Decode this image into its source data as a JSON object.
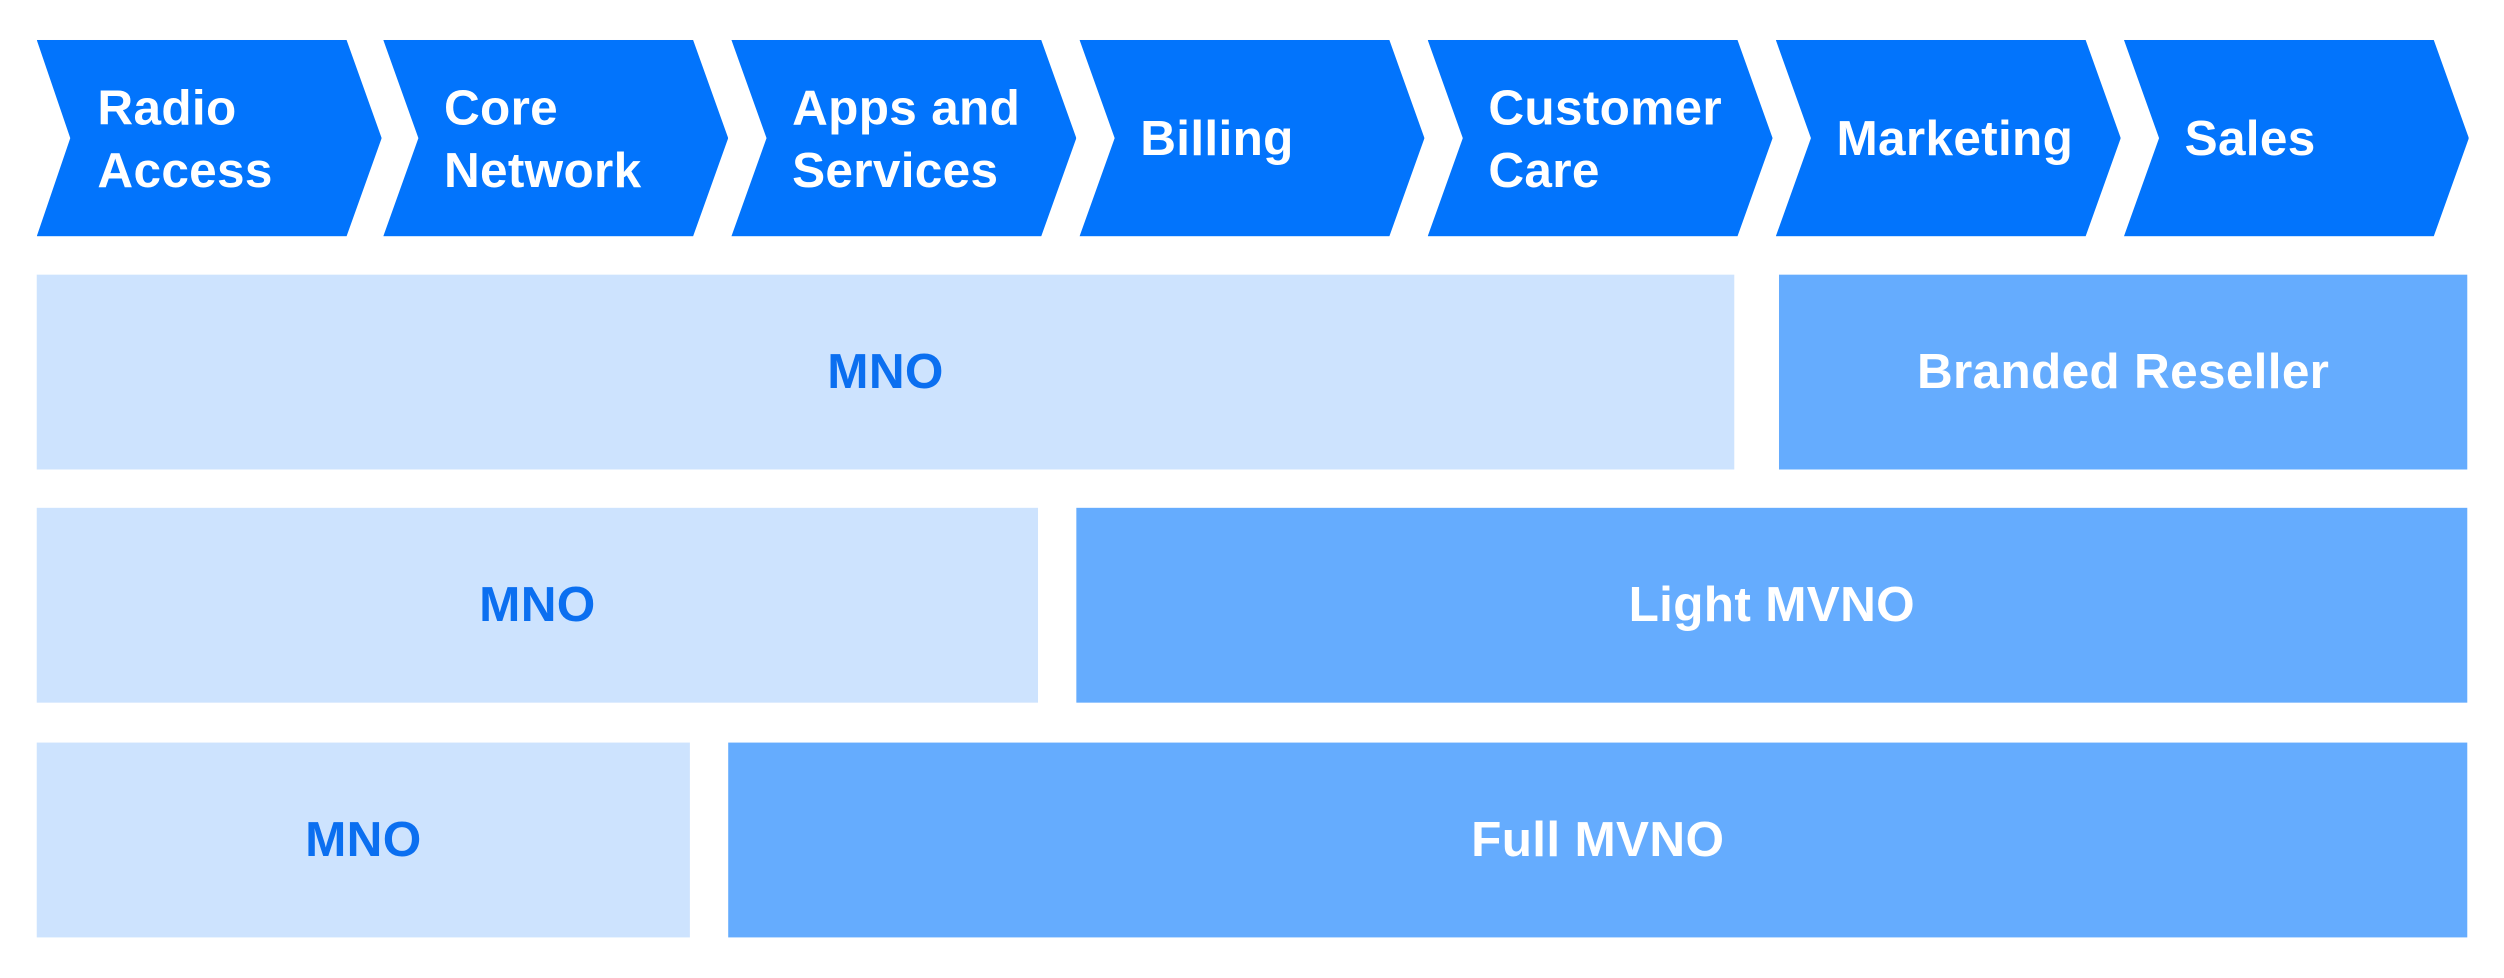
{
  "stages": [
    "Radio\nAccess",
    "Core\nNetwork",
    "Apps and\nServices",
    "Billing",
    "Customer\nCare",
    "Marketing",
    "Sales"
  ],
  "rows": [
    {
      "mno_label": "MNO",
      "model_label": "Branded Reseller"
    },
    {
      "mno_label": "MNO",
      "model_label": "Light MVNO"
    },
    {
      "mno_label": "MNO",
      "model_label": "Full MVNO"
    }
  ],
  "colors": {
    "stage_fill": "#0274fc",
    "mno_fill": "#cde3fe",
    "mno_text": "#0b6ff0",
    "model_fill": "#65acfe",
    "model_text": "#ffffff"
  }
}
